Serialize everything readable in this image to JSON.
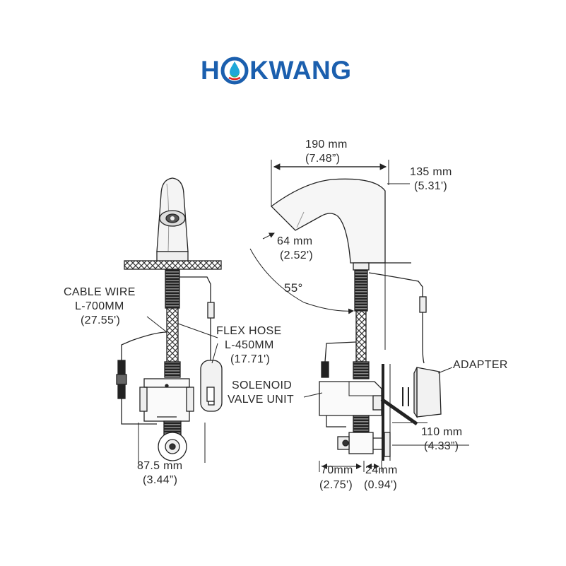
{
  "logo": {
    "left": "H",
    "right": "KWANG",
    "brand_color": "#1b5fae",
    "drop_colors": [
      "#1fa8d8",
      "#2bb673",
      "#e2231a"
    ]
  },
  "labels": {
    "width_mm": "190 mm",
    "width_in": "(7.48”)",
    "height_mm": "135 mm",
    "height_in": "(5.31')",
    "reach_mm": "64 mm",
    "reach_in": "(2.52')",
    "angle": "55°",
    "cable_name": "CABLE WIRE",
    "cable_len": "L-700MM",
    "cable_in": "(27.55')",
    "hose_name": "FLEX HOSE",
    "hose_len": "L-450MM",
    "hose_in": "(17.71')",
    "solenoid_1": "SOLENOID",
    "solenoid_2": "VALVE UNIT",
    "adapter": "ADAPTER",
    "dim_110_mm": "110 mm",
    "dim_110_in": "(4.33”)",
    "dim_875_mm": "87.5 mm",
    "dim_875_in": "(3.44”)",
    "dim_70_mm": "70mm",
    "dim_70_in": "(2.75')",
    "dim_24_mm": "24mm",
    "dim_24_in": "(0.94')"
  }
}
